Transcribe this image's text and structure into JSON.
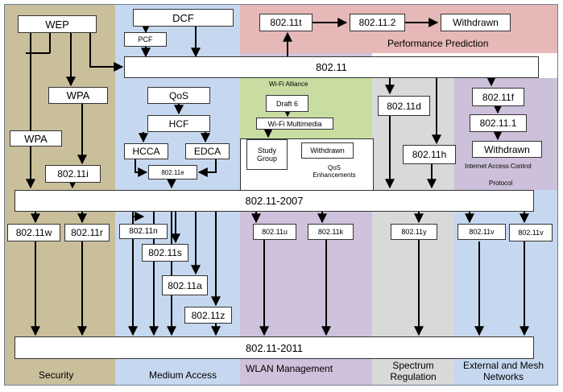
{
  "nodes": {
    "wep": "WEP",
    "dcf": "DCF",
    "pcf": "PCF",
    "n80211t": "802.11t",
    "n80211_2": "802.11.2",
    "withdrawn_top": "Withdrawn",
    "n80211": "802.11",
    "wpa_mid": "WPA",
    "wpa_left": "WPA",
    "n80211i": "802.11i",
    "qos": "QoS",
    "hcf": "HCF",
    "hcca": "HCCA",
    "edca": "EDCA",
    "n80211e": "802.11e",
    "draft6": "Draft 6",
    "wifi_multimedia": "Wi-Fi Multimedia",
    "study_group": "Study Group",
    "withdrawn_qos": "Withdrawn",
    "n80211d": "802.11d",
    "n80211h": "802.11h",
    "n80211f": "802.11f",
    "n80211_1": "802.11.1",
    "withdrawn_iac": "Withdrawn",
    "n2007": "802.11-2007",
    "n80211w": "802.11w",
    "n80211r": "802.11r",
    "n80211n": "802.11n",
    "n80211s": "802.11s",
    "n80211a": "802.11a",
    "n80211z": "802.11z",
    "n80211u": "802.11u",
    "n80211k": "802.11k",
    "n80211y": "802.11y",
    "n80211v_a": "802.11v",
    "n80211v_b": "802.11v",
    "n2011": "802.11-2011"
  },
  "labels": {
    "performance_prediction": "Performance Prediction",
    "wifi_alliance": "Wi-Fi Alliance",
    "qos_enhancements": "QoS Enhancements",
    "iac_line1": "Internet Access Control",
    "iac_line2": "Protocol"
  },
  "regions": {
    "security": "Security",
    "medium_access": "Medium Access",
    "wlan_management": "WLAN Management",
    "spectrum_regulation": "Spectrum Regulation",
    "external_mesh": "External and Mesh Networks"
  },
  "colors": {
    "security": "#c9bf9b",
    "medium_access": "#c6d8ef",
    "wlan_management": "#cfc2dc",
    "wifi_alliance": "#c9dda2",
    "performance": "#e6b8b7",
    "spectrum_regulation": "#d9d9d9",
    "internet_access": "#ccc0da",
    "external_mesh": "#c6d8ef"
  }
}
